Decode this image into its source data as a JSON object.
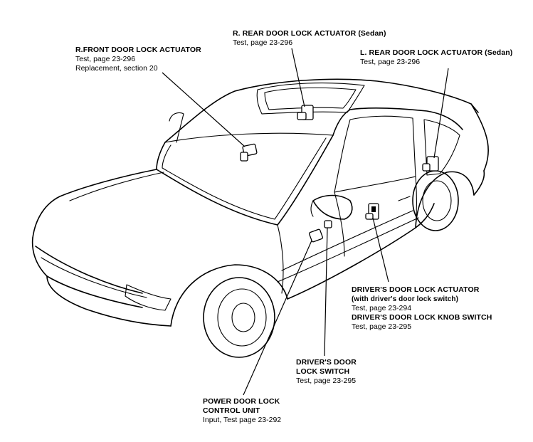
{
  "callouts": {
    "rfront": {
      "title": "R.FRONT DOOR LOCK ACTUATOR",
      "lines": [
        "Test, page 23-296",
        "Replacement, section 20"
      ]
    },
    "rrear": {
      "title": "R. REAR DOOR LOCK ACTUATOR (Sedan)",
      "lines": [
        "Test, page 23-296"
      ]
    },
    "lrear": {
      "title": "L. REAR DOOR LOCK ACTUATOR (Sedan)",
      "lines": [
        "Test, page 23-296"
      ]
    },
    "driver_actuator": {
      "title": "DRIVER'S DOOR LOCK ACTUATOR",
      "subtitle": "(with driver's door lock switch)",
      "lines": [
        "Test, page 23-294"
      ]
    },
    "knob_switch": {
      "title": "DRIVER'S DOOR LOCK KNOB SWITCH",
      "lines": [
        "Test, page 23-295"
      ]
    },
    "lock_switch": {
      "title_1": "DRIVER'S DOOR",
      "title_2": "LOCK SWITCH",
      "lines": [
        "Test, page 23-295"
      ]
    },
    "control_unit": {
      "title_1": "POWER DOOR LOCK",
      "title_2": "CONTROL UNIT",
      "lines": [
        "Input, Test page 23-292"
      ]
    }
  }
}
